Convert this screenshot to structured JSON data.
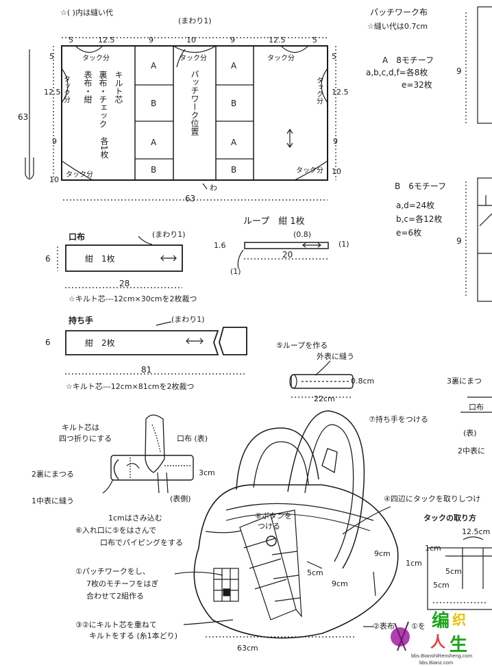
{
  "pattern": {
    "note": "☆( )内は縫い代",
    "mawari": "(まわり1)",
    "tuck": "タック分",
    "patch_pos": "パッチワーク位置",
    "quilt_label": "キルト芯",
    "ura_label": "裏布・チェック",
    "omote_label": "表布・紺",
    "kaku": "各1枚",
    "wa": "わ",
    "top_dims": [
      "5",
      "12.5",
      "9",
      "10",
      "9",
      "12.5",
      "5"
    ],
    "left_dims": [
      "5",
      "12.5",
      "9",
      "10"
    ],
    "right_dims": [
      "5",
      "12.5",
      "9",
      "10"
    ],
    "height": "63",
    "width": "63",
    "col_a": [
      "A",
      "B",
      "A",
      "B"
    ],
    "col_b": [
      "A",
      "B",
      "A",
      "B"
    ]
  },
  "patch": {
    "title": "パッチワーク布",
    "seam": "☆縫い代は0.7cm",
    "a_head": "A　8モチーフ",
    "a_l1": "a,b,c,d,f=各8枚",
    "a_l2": "e=32枚",
    "b_head": "B　6モチーフ",
    "b_l1": "a,d=24枚",
    "b_l2": "b,c=各12枚",
    "b_l3": "e=6枚",
    "dim9": "9"
  },
  "kuchinuno": {
    "title": "口布",
    "mawari": "(まわり1)",
    "label": "紺　1枚",
    "h": "6",
    "w": "28",
    "note": "☆キルト芯---12cm×30cmを2枚裁つ"
  },
  "loop": {
    "title": "ループ　紺 1枚",
    "d08": "(0.8)",
    "d1": "(1)",
    "h": "1.6",
    "w": "20"
  },
  "mochite": {
    "title": "持ち手",
    "mawari": "(まわり1)",
    "label": "紺　2枚",
    "h": "6",
    "w": "81",
    "note": "☆キルト芯---12cm×81cmを2枚裁つ"
  },
  "steps": {
    "loop_make": "⑤ループを作る",
    "sotoomote": "外表に縫う",
    "d08cm": "0.8cm",
    "d22cm": "22cm",
    "handle": "⑦持ち手をつける",
    "button1": "⑧ボタンを",
    "button2": "つける",
    "quilt_fold1": "キルト芯は",
    "quilt_fold2": "四つ折りにする",
    "kuchi_omote": "口布 (表)",
    "s2": "2裏にまつる",
    "s1": "1中表に縫う",
    "d3cm": "3cm",
    "hyougawa": "(表側)",
    "hasami": "1cmはさみ込む",
    "s6a": "⑥入れ口に⑤をはさんで",
    "s6b": "口布でパイピングをする",
    "s1a": "①パッチワークをし、",
    "s1b": "7枚のモチーフをはぎ",
    "s1c": "合わせて2組作る",
    "s3a": "③②にキルト芯を重ねて",
    "s3b": "キルトをする (糸1本どり)",
    "d63cm": "63cm",
    "d9cm_a": "9cm",
    "d9cm_b": "9cm",
    "d5cm": "5cm",
    "s4": "④四辺にタックを取りしつけ",
    "tuck_title": "タックの取り方",
    "t125": "12.5cm",
    "t1cm_a": "1cm",
    "t1cm_b": "1cm",
    "t5cm_a": "5cm",
    "t5cm_b": "5cm",
    "s2b": "②表布",
    "s2c": "①を",
    "s3r": "3裏にまつ",
    "kuchi_r": "口布",
    "omote_r": "(表)",
    "s2r": "2中表に"
  },
  "watermark": {
    "k1": "编",
    "k2": "织",
    "k3": "人",
    "k4": "生",
    "url1": "bbs.BianshiRensheng.com",
    "url2": "bbs.Bianz.com"
  }
}
